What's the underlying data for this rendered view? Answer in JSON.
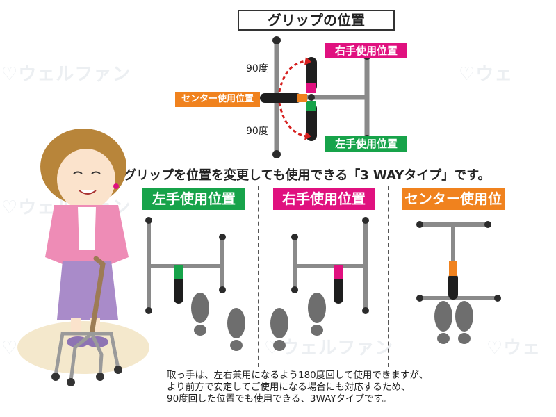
{
  "title": "グリップの位置",
  "labels": {
    "right": "右手使用位置",
    "left": "左手使用位置",
    "center": "センター使用位置",
    "deg_top": "90度",
    "deg_bottom": "90度"
  },
  "headline": "グリップを位置を変更しても使用できる「3 WAYタイプ」です。",
  "panels": {
    "left": "左手使用位置",
    "right": "右手使用位置",
    "center": "センター使用位置"
  },
  "caption": [
    "取っ手は、左右兼用になるよう180度回して使用できますが、",
    "より前方で安定してご使用になる場合にも対応するため、",
    "90度回した位置でも使用できる、3WAYタイプです。"
  ],
  "colors": {
    "magenta": "#e0117f",
    "green": "#17a34a",
    "orange": "#f0821e",
    "frame": "#8a8a8a",
    "grip": "#1e1e1e"
  }
}
